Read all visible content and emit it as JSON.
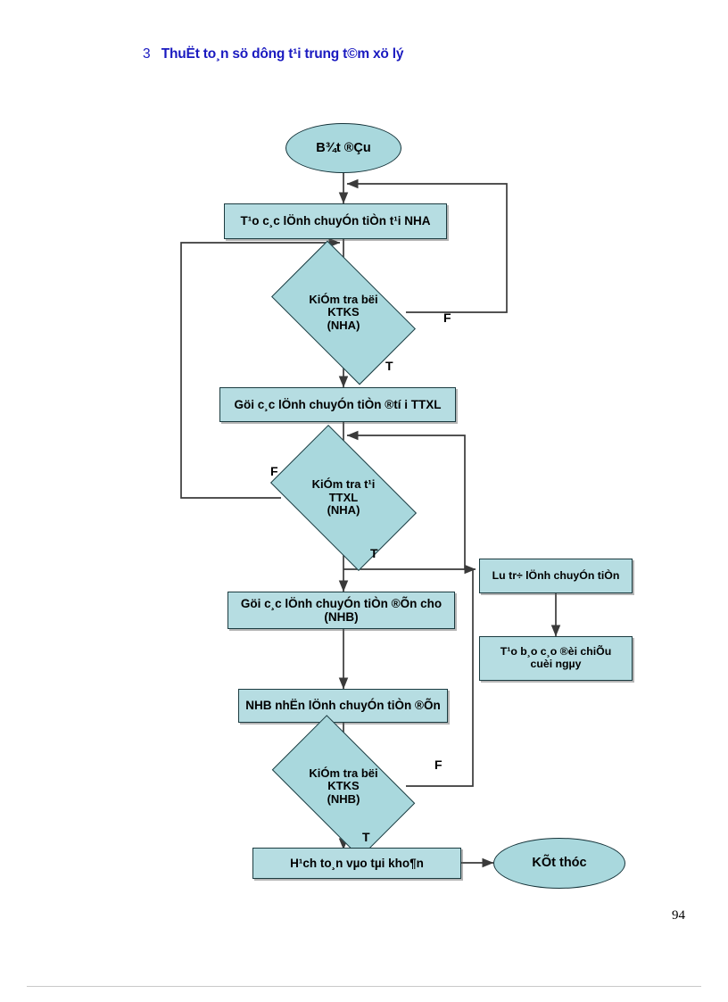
{
  "document": {
    "heading_number": "3",
    "heading_text": "ThuËt to¸n sö dông t¹i trung t©m xö lý",
    "page_number": "94"
  },
  "flowchart": {
    "type": "flowchart",
    "title": "ThuËt to¸n sö dông t¹i trung t©m xö lý",
    "nodes": [
      {
        "id": "start",
        "shape": "terminator",
        "label": "B¾t ®Çu"
      },
      {
        "id": "create_nha",
        "shape": "process",
        "label": "T¹o c¸c lÖnh chuyÓn tiÒn t¹i NHA"
      },
      {
        "id": "check_ktks_nha",
        "shape": "decision",
        "label_line1": "KiÓm tra bëi",
        "label_line2": "KTKS",
        "label_line3": "(NHA)"
      },
      {
        "id": "send_ttxl",
        "shape": "process",
        "label": "Göi c¸c lÖnh chuyÓn tiÒn ®tí i TTXL"
      },
      {
        "id": "check_ttxl",
        "shape": "decision",
        "label_line1": "KiÓm tra t¹i",
        "label_line2": "TTXL",
        "label_line3": "(NHA)"
      },
      {
        "id": "store_order",
        "shape": "process",
        "label": "L­u tr÷ lÖnh chuyÓn tiÒn"
      },
      {
        "id": "daily_report",
        "shape": "process",
        "label_line1": "T¹o b¸o c¸o ®èi chiÕu",
        "label_line2": "cuèi ngµy"
      },
      {
        "id": "send_nhb",
        "shape": "process",
        "label_line1": "Göi c¸c lÖnh chuyÓn tiÒn ®Õn cho",
        "label_line2": "(NHB)"
      },
      {
        "id": "recv_nhb",
        "shape": "process",
        "label": "NHB nhËn lÖnh chuyÓn tiÒn ®Õn"
      },
      {
        "id": "check_ktks_nhb",
        "shape": "decision",
        "label_line1": "KiÓm tra bëi",
        "label_line2": "KTKS",
        "label_line3": "(NHB)"
      },
      {
        "id": "posting",
        "shape": "process",
        "label": "H¹ch to¸n vµo tµi kho¶n"
      },
      {
        "id": "end",
        "shape": "terminator",
        "label": "KÕt thóc"
      }
    ],
    "branch_labels": {
      "ktks_nha_false": "F",
      "ktks_nha_true": "T",
      "ttxl_false": "F",
      "ttxl_true": "T",
      "ktks_nhb_false": "F",
      "ktks_nhb_true": "T"
    },
    "colors": {
      "shape_fill": "#b6dde2",
      "shape_stroke": "#1b3b40",
      "heading": "#1a1ac0",
      "connector": "#3a3a3a",
      "text": "#000000"
    }
  }
}
